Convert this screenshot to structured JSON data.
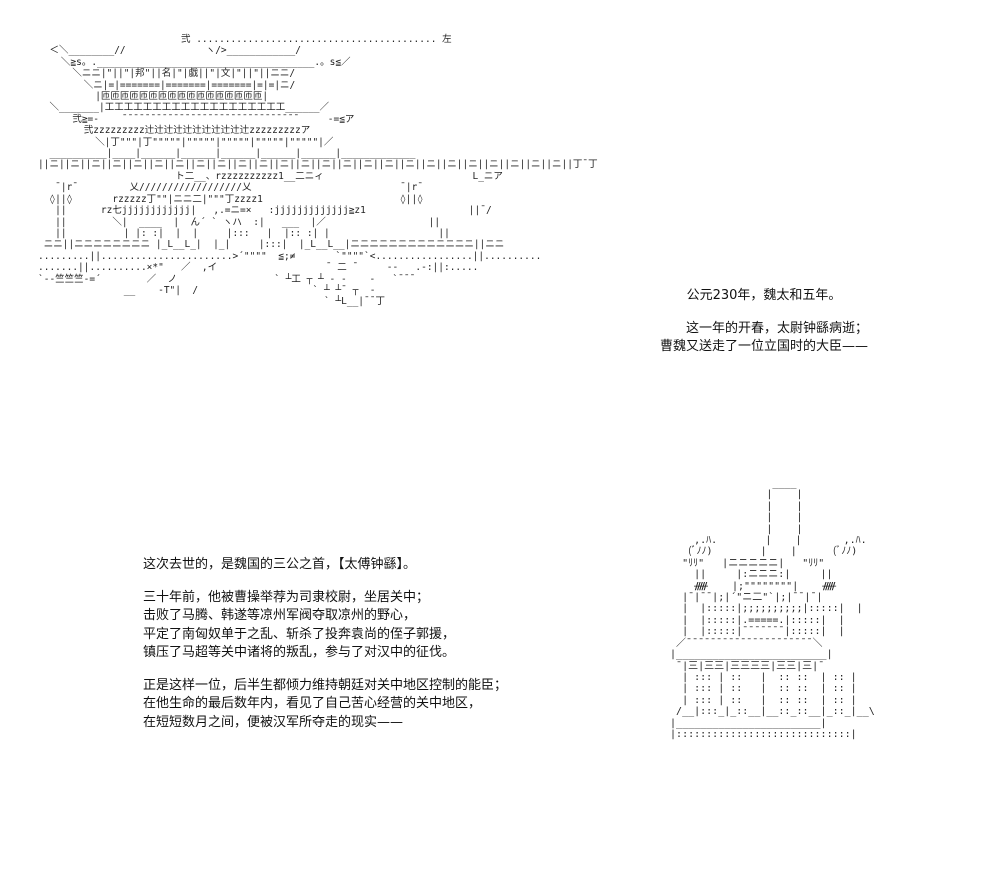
{
  "palace_art": {
    "icon": "palace-ascii-art",
    "text": "                         弐 .......................................... 左\n  ＜＼________//              ヽ/>____________/\n    ＼≧s。.______________________________________.。s≦／\n      ＼ニニ|\"||\"|邦\"||名|\"|戯||\"|文|\"||\"||ニニ/\n        ＼ニ|=|=======|=======|=======|=|=|ニ/\n          |匝匝匝匝匝匝匝匝匝匝匝匝匝匝匝匝匝|\n  ＼_______|工工工工工工工工工工工工工工工工工工工______／\n      弐≧=-    ¯¯¯¯¯¯¯¯¯¯¯¯¯¯¯¯¯¯¯¯¯¯¯¯¯¯¯¯¯¯¯     -=≦ア\n        弐zzzzzzzzz辻辻辻辻辻辻辻辻辻辻辻zzzzzzzzzア\n          ＼|丁\"\"\"|丁\"\"\"\"\"|\"\"\"\"\"|\"\"\"\"\"|\"\"\"\"\"|\"\"\"\"\"|／\n  __________|____|______|______|______|______|______|_____________\n||ニ||ニ||ニ||ニ||ニ||ニ||ニ||ニ||ニ||ニ||ニ||ニ||ニ||ニ||ニ||ニ||ニ||ニ||ニ||ニ||ニ||ニ||ニ||ニ||ニ||丁¯丁\n                        ト二__、rzzzzzzzzzz1__二ニィ                          L_ニア\n   ¯|r¯         乂//////////////////乂                          ¯|r¯\n  ◊||◊       rzzzzz丁\"\"|ニニ二|\"\"\"丁zzzz1                        ◊||◊\n   ||      rz七jjjjjjjjjjjj|   ,.=ニ=×   :jjjjjjjjjjjjj≧z1                  ||¯/\n   ||        ＼|  ____  |  ん´ ` ヽハ  :|   ___  |／                  ||\n   ||          | |: :|  |  |     |:::   |  |:: :| |                   ||\n ニニ||ニニニニニニニニ |_L__L_|  |_|     |:::|  |_L__L__|ニニニニニニニニニニニニニ||ニニ\n.........||.......................>´\"\"\"\"  ≦;≠       `\"\"\"\"`<.................||..........\n.......||..........×*\"   ／  ,イ                   ¯ 二 ¯     --   .-:||:.....\n`--竺竺竺-=´        ／  ノ                 ` ┴工 ┬ ┴ - -    -   `¯¯¯\n               __    -T\"|  /                    ` ┴ ┴¯ ┬  -\n                                                  ` ┴L__|¯¯丁"
  },
  "intro": {
    "line1": "公元230年，魏太和五年。",
    "line2": "这一年的开春，太尉钟繇病逝；",
    "line3": "曹魏又送走了一位立国时的大臣——"
  },
  "story": {
    "para1_line1": "这次去世的，是魏国的三公之首，【太傅钟繇】。",
    "para2_line1": "三十年前，他被曹操举荐为司隶校尉，坐居关中；",
    "para2_line2": "击败了马腾、韩遂等凉州军阀夺取凉州的野心，",
    "para2_line3": "平定了南匈奴单于之乱、斩杀了投奔袁尚的侄子郭援，",
    "para2_line4": "镇压了马超等关中诸将的叛乱，参与了对汉中的征伐。",
    "para3_line1": "正是这样一位，后半生都倾力维持朝廷对关中地区控制的能臣；",
    "para3_line2": "在他生命的最后数年内，看见了自己苦心经营的关中地区，",
    "para3_line3": "在短短数月之间，便被汉军所夺走的现实——"
  },
  "tower_art": {
    "icon": "memorial-tower-ascii-art",
    "text": "                   ____\n                  |    |\n                  |    |\n                  |    |\n                  |    |\n      ,.ﾊ.        |    |       ,.ﾊ.\n     (ﾞﾉﾉ)        |    |      (ﾞﾉﾉ)\n    \"ﾘﾘ\"   |ニニニニニ|   \"ﾘﾘ\"\n      ||     |:ニニニ:|     ||\n      ᚏ    |;\"\"\"\"\"\"\"\"|    ᚏ\n    |¯|¯¯|;|´\"ニ二\"`|;|¯¯|¯|\n    |  |:::::|;;;;;;;;;;|:::::|  |\n    |  |:::::|.=====.|:::::|  |\n    |  |:::::|¯¯¯¯¯¯¯|:::::|  |\n   ／¯¯¯¯¯¯¯¯¯¯¯¯¯¯¯¯¯¯¯¯¯＼\n  |_________________________|\n   ¯|三|三三|三三三三|三三|三|¯\n    | ::: | ::   |  :: ::  | :: |\n    | ::: | ::   |  :: ::  | :: |\n    | ::: | ::   |  :: ::  | :: |\n   /__|:::_|_::__|__::_::__|_::_|__\\\n  |________________________|\n  |:::::::::::::::::::::::::::::|"
  }
}
